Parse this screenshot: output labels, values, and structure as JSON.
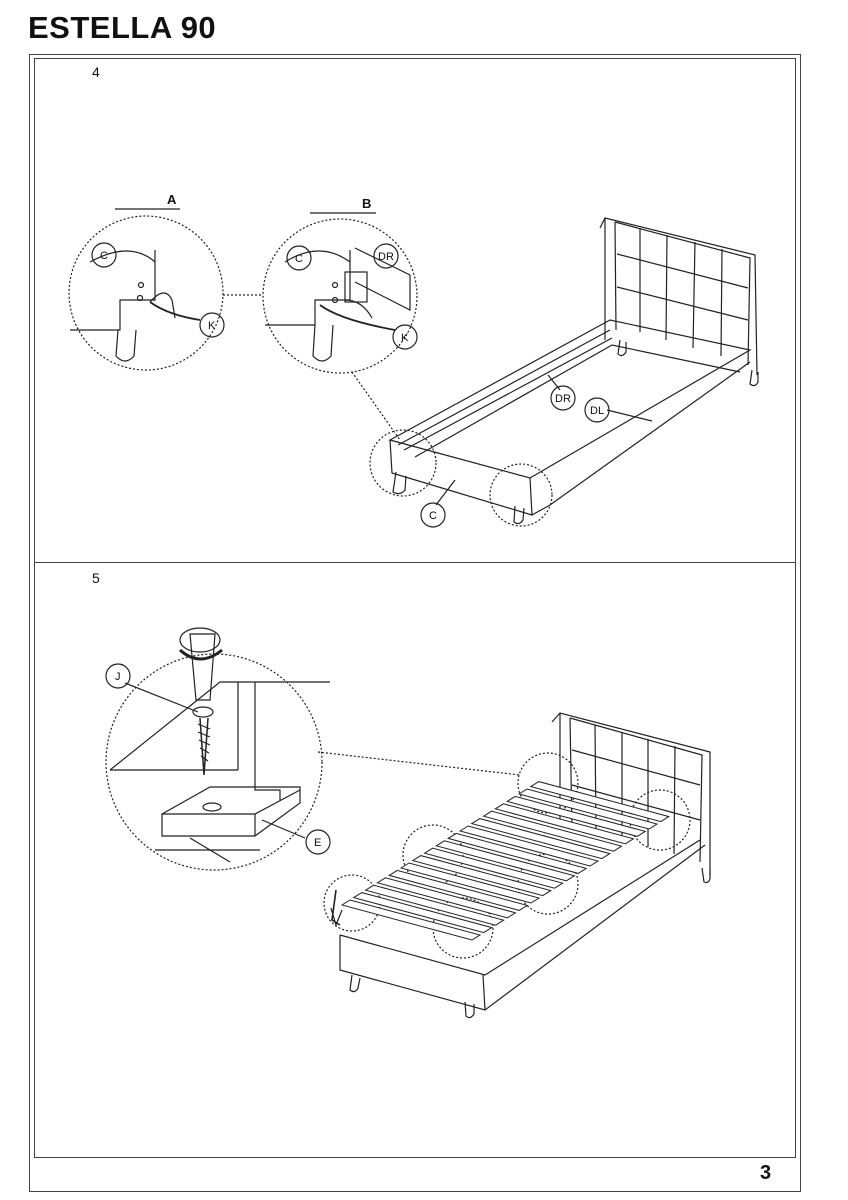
{
  "header": {
    "title": "ESTELLA 90"
  },
  "steps": [
    {
      "number": "4",
      "details": [
        "A",
        "B"
      ],
      "callouts": [
        "C",
        "K",
        "C",
        "DR",
        "K",
        "DR",
        "DL",
        "C"
      ]
    },
    {
      "number": "5",
      "callouts": [
        "J",
        "E"
      ]
    }
  ],
  "footer": {
    "page_number": "3"
  }
}
